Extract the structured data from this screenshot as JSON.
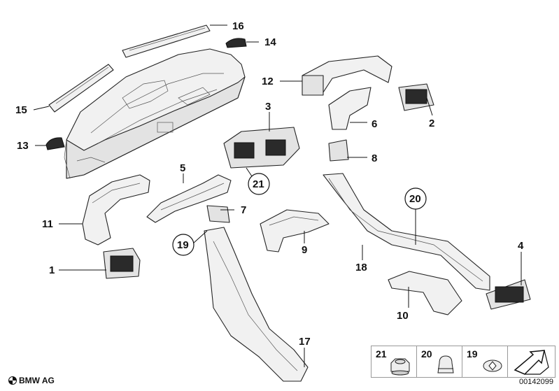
{
  "callouts": [
    {
      "id": "p1",
      "label": "1"
    },
    {
      "id": "p2",
      "label": "2"
    },
    {
      "id": "p3",
      "label": "3"
    },
    {
      "id": "p4",
      "label": "4"
    },
    {
      "id": "p5",
      "label": "5"
    },
    {
      "id": "p6",
      "label": "6"
    },
    {
      "id": "p7",
      "label": "7"
    },
    {
      "id": "p8",
      "label": "8"
    },
    {
      "id": "p9",
      "label": "9"
    },
    {
      "id": "p10",
      "label": "10"
    },
    {
      "id": "p11",
      "label": "11"
    },
    {
      "id": "p12",
      "label": "12"
    },
    {
      "id": "p13",
      "label": "13"
    },
    {
      "id": "p14",
      "label": "14"
    },
    {
      "id": "p15",
      "label": "15"
    },
    {
      "id": "p16",
      "label": "16"
    },
    {
      "id": "p17",
      "label": "17"
    },
    {
      "id": "p18",
      "label": "18"
    },
    {
      "id": "p19",
      "label": "19"
    },
    {
      "id": "p20",
      "label": "20"
    },
    {
      "id": "p21",
      "label": "21"
    }
  ],
  "legend": [
    {
      "label": "21"
    },
    {
      "label": "20"
    },
    {
      "label": "19"
    }
  ],
  "footer": {
    "brand": "BMW AG",
    "diagram_number": "00142099"
  }
}
